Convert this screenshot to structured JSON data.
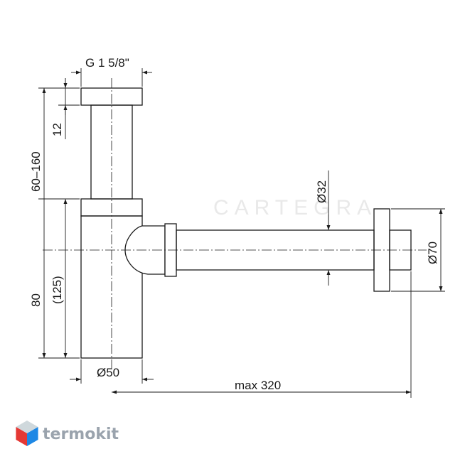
{
  "drawing": {
    "labels": {
      "thread": "G 1 5/8\"",
      "height_range": "60–160",
      "cap_height": "12",
      "lower_height": "80",
      "lower_height_alt": "(125)",
      "body_diameter": "Ø50",
      "pipe_diameter": "Ø32",
      "flange_diameter": "Ø70",
      "max_length": "max 320"
    }
  },
  "brand": {
    "name": "termokit",
    "logo_colors": [
      "#e53935",
      "#1e88e5",
      "#fb8c00",
      "#cfd8dc"
    ]
  },
  "watermark": {
    "text": "CARTEGRA"
  }
}
